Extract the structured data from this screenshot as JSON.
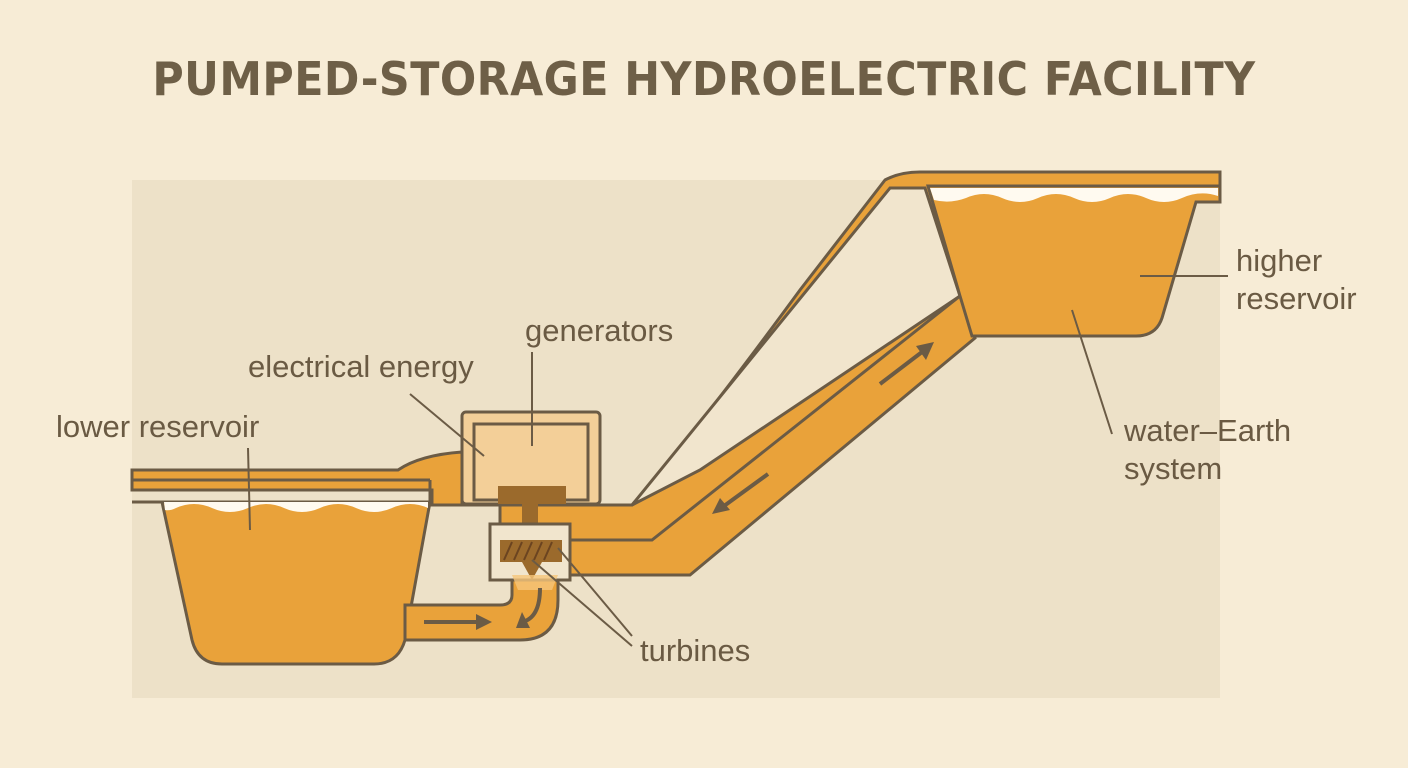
{
  "title": "PUMPED-STORAGE HYDROELECTRIC FACILITY",
  "labels": {
    "lower_reservoir": "lower reservoir",
    "electrical_energy": "electrical energy",
    "generators": "generators",
    "turbines": "turbines",
    "higher_reservoir_line1": "higher",
    "higher_reservoir_line2": "reservoir",
    "water_earth_line1": "water–Earth",
    "water_earth_line2": "system"
  },
  "colors": {
    "background": "#f7ecd6",
    "ground": "#ede1c8",
    "water": "#e9a23a",
    "outline": "#6b5b45",
    "generator_box": "#f3cf98",
    "turbine": "#9b6a2c"
  }
}
